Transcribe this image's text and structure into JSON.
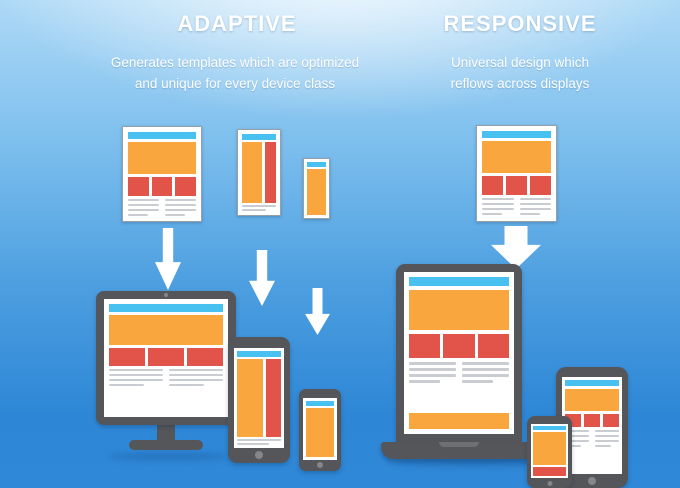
{
  "adaptive": {
    "title": "ADAPTIVE",
    "subtitle_line1": "Generates templates which are optimized",
    "subtitle_line2": "and unique for every device class"
  },
  "responsive": {
    "title": "RESPONSIVE",
    "subtitle_line1": "Universal design which",
    "subtitle_line2": "reflows across displays"
  },
  "colors": {
    "background_top": "#aed9f6",
    "background_bottom": "#2f88d8",
    "header_bar": "#49c1f0",
    "hero_block": "#f9a63f",
    "content_block": "#e2544a",
    "text_line": "#c9ccd0",
    "device_frame": "#55565a",
    "arrow": "#ffffff",
    "text": "#ffffff"
  }
}
